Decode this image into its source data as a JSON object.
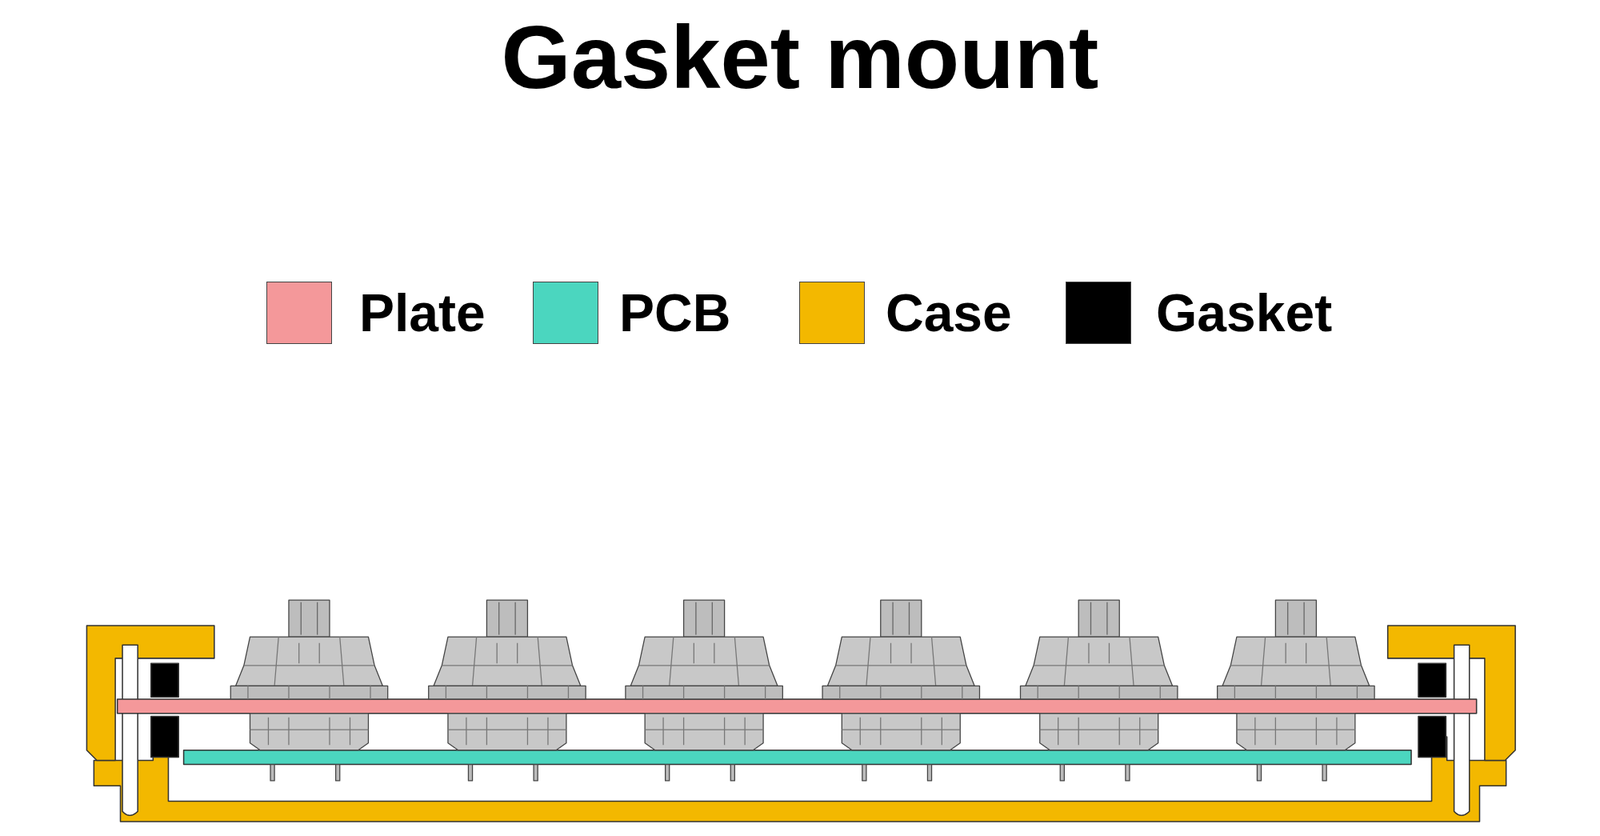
{
  "diagram": {
    "title": "Gasket mount",
    "legend": [
      {
        "text": "Plate",
        "color": "#f4989a"
      },
      {
        "text": "PCB",
        "color": "#4bd6bf"
      },
      {
        "text": "Case",
        "color": "#f3b800"
      },
      {
        "text": "Gasket",
        "color": "#000000"
      }
    ]
  }
}
